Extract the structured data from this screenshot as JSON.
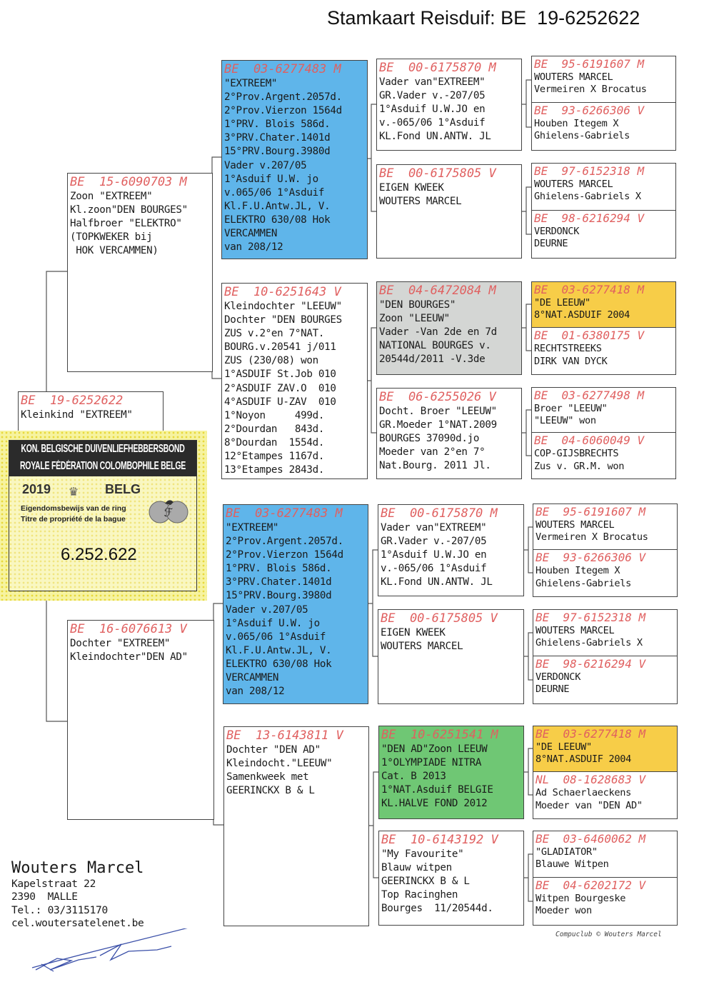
{
  "title": "Stamkaart Reisduif: BE  19-6252622",
  "colors": {
    "ring": "#e06060",
    "blue": "#5fb5ea",
    "grey": "#d4d6d4",
    "green": "#6fc774",
    "yellow": "#f7cd48"
  },
  "subject": {
    "ring": "BE  19-6252622",
    "lines": [
      "Kleinkind \"EXTREEM\""
    ]
  },
  "ring_card": {
    "header1": "KON. BELGISCHE DUIVENLIEFHEBBERSBOND",
    "header2": "ROYALE FÉDÉRATION COLOMBOPHILE BELGE",
    "year": "2019",
    "country": "BELG",
    "sub1": "Eigendomsbewijs van de ring",
    "sub2": "Titre de propriété de la bague",
    "number": "6.252.622"
  },
  "gen1": [
    {
      "ring": "BE  15-6090703 M",
      "lines": [
        "Zoon \"EXTREEM\"",
        "Kl.zoon\"DEN BOURGES\"",
        "Halfbroer \"ELEKTRO\"",
        "(TOPKWEKER bij",
        " HOK VERCAMMEN)"
      ]
    },
    {
      "ring": "BE  16-6076613 V",
      "lines": [
        "Dochter \"EXTREEM\"",
        "Kleindochter\"DEN AD\""
      ]
    }
  ],
  "gen2": [
    {
      "ring": "BE  03-6277483 M",
      "color": "blue",
      "lines": [
        "\"EXTREEM\"",
        "2°Prov.Argent.2057d.",
        "2°Prov.Vierzon 1564d",
        "1°PRV. Blois 586d.",
        "3°PRV.Chater.1401d",
        "15°PRV.Bourg.3980d",
        "Vader v.207/05",
        "1°Asduif U.W. jo",
        "v.065/06 1°Asduif",
        "Kl.F.U.Antw.JL, V.",
        "ELEKTRO 630/08 Hok",
        "VERCAMMEN",
        "van 208/12"
      ]
    },
    {
      "ring": "BE  10-6251643 V",
      "lines": [
        "Kleindochter \"LEEUW\"",
        "Dochter \"DEN BOURGES",
        "ZUS v.2°en 7°NAT.",
        "BOURG.v.20541 j/011",
        "ZUS (230/08) won",
        "1°ASDUIF St.Job 010",
        "2°ASDUIF ZAV.O  010",
        "4°ASDUIF U-ZAV  010",
        "1°Noyon     499d.",
        "2°Dourdan   843d.",
        "8°Dourdan  1554d.",
        "12°Etampes 1167d.",
        "13°Etampes 2843d."
      ]
    },
    {
      "ring": "BE  03-6277483 M",
      "color": "blue",
      "lines": [
        "\"EXTREEM\"",
        "2°Prov.Argent.2057d.",
        "2°Prov.Vierzon 1564d",
        "1°PRV. Blois 586d.",
        "3°PRV.Chater.1401d",
        "15°PRV.Bourg.3980d",
        "Vader v.207/05",
        "1°Asduif U.W. jo",
        "v.065/06 1°Asduif",
        "Kl.F.U.Antw.JL, V.",
        "ELEKTRO 630/08 Hok",
        "VERCAMMEN",
        "van 208/12"
      ]
    },
    {
      "ring": "BE  13-6143811 V",
      "lines": [
        "Dochter \"DEN AD\"",
        "Kleindocht.\"LEEUW\"",
        "Samenkweek met",
        "GEERINCKX B & L"
      ]
    }
  ],
  "gen3": [
    {
      "ring": "BE  00-6175870 M",
      "lines": [
        "Vader van\"EXTREEM\"",
        "GR.Vader v.-207/05",
        "1°Asduif U.W.JO en",
        "v.-065/06 1°Asduif",
        "KL.Fond UN.ANTW. JL"
      ]
    },
    {
      "ring": "BE  00-6175805 V",
      "lines": [
        "EIGEN KWEEK",
        "WOUTERS MARCEL"
      ]
    },
    {
      "ring": "BE  04-6472084 M",
      "color": "grey",
      "lines": [
        "\"DEN BOURGES\"",
        "Zoon \"LEEUW\"",
        "Vader -Van 2de en 7d",
        "NATIONAL BOURGES v.",
        "20544d/2011 -V.3de"
      ]
    },
    {
      "ring": "BE  06-6255026 V",
      "lines": [
        "Docht. Broer \"LEEUW\"",
        "GR.Moeder 1°NAT.2009",
        "BOURGES 37090d.jo",
        "Moeder van 2°en 7°",
        "Nat.Bourg. 2011 Jl."
      ]
    },
    {
      "ring": "BE  00-6175870 M",
      "lines": [
        "Vader van\"EXTREEM\"",
        "GR.Vader v.-207/05",
        "1°Asduif U.W.JO en",
        "v.-065/06 1°Asduif",
        "KL.Fond UN.ANTW. JL"
      ]
    },
    {
      "ring": "BE  00-6175805 V",
      "lines": [
        "EIGEN KWEEK",
        "WOUTERS MARCEL"
      ]
    },
    {
      "ring": "BE  10-6251541 M",
      "color": "green",
      "lines": [
        "\"DEN AD\"Zoon LEEUW",
        "1°OLYMPIADE NITRA",
        "Cat. B 2013",
        "1°NAT.Asduif BELGIE",
        "KL.HALVE FOND 2012"
      ]
    },
    {
      "ring": "BE  10-6143192 V",
      "lines": [
        "\"My Favourite\"",
        "Blauw witpen",
        "GEERINCKX B & L",
        "Top Racinghen",
        "Bourges  11/20544d."
      ]
    }
  ],
  "gen4": [
    {
      "ring": "BE  95-6191607 M",
      "lines": [
        "WOUTERS MARCEL",
        "Vermeiren X Brocatus"
      ]
    },
    {
      "ring": "BE  93-6266306 V",
      "lines": [
        "Houben Itegem X",
        "Ghielens-Gabriels"
      ]
    },
    {
      "ring": "BE  97-6152318 M",
      "lines": [
        "WOUTERS MARCEL",
        "Ghielens-Gabriels X"
      ]
    },
    {
      "ring": "BE  98-6216294 V",
      "lines": [
        "VERDONCK",
        "DEURNE"
      ]
    },
    {
      "ring": "BE  03-6277418 M",
      "color": "yellow",
      "lines": [
        "\"DE LEEUW\"",
        "8°NAT.ASDUIF 2004"
      ]
    },
    {
      "ring": "BE  01-6380175 V",
      "lines": [
        "RECHTSTREEKS",
        "DIRK VAN DYCK"
      ]
    },
    {
      "ring": "BE  03-6277498 M",
      "lines": [
        "Broer \"LEEUW\"",
        "\"LEEUW\" won"
      ]
    },
    {
      "ring": "BE  04-6060049 V",
      "lines": [
        "COP-GIJSBRECHTS",
        "Zus v. GR.M. won"
      ]
    },
    {
      "ring": "BE  95-6191607 M",
      "lines": [
        "WOUTERS MARCEL",
        "Vermeiren X Brocatus"
      ]
    },
    {
      "ring": "BE  93-6266306 V",
      "lines": [
        "Houben Itegem X",
        "Ghielens-Gabriels"
      ]
    },
    {
      "ring": "BE  97-6152318 M",
      "lines": [
        "WOUTERS MARCEL",
        "Ghielens-Gabriels X"
      ]
    },
    {
      "ring": "BE  98-6216294 V",
      "lines": [
        "VERDONCK",
        "DEURNE"
      ]
    },
    {
      "ring": "BE  03-6277418 M",
      "color": "yellow",
      "lines": [
        "\"DE LEEUW\"",
        "8°NAT.ASDUIF 2004"
      ]
    },
    {
      "ring": "NL  08-1628683 V",
      "lines": [
        "Ad Schaerlaeckens",
        "Moeder van \"DEN AD\""
      ]
    },
    {
      "ring": "BE  03-6460062 M",
      "lines": [
        "\"GLADIATOR\"",
        "Blauwe Witpen"
      ]
    },
    {
      "ring": "BE  04-6202172 V",
      "lines": [
        "Witpen Bourgeske",
        "Moeder won"
      ]
    }
  ],
  "owner": {
    "name": "Wouters Marcel",
    "lines": [
      "Kapelstraat 22",
      "2390  MALLE",
      "Tel.: 03/3115170",
      "cel.woutersatelenet.be"
    ]
  },
  "credit": "Compuclub © Wouters Marcel"
}
